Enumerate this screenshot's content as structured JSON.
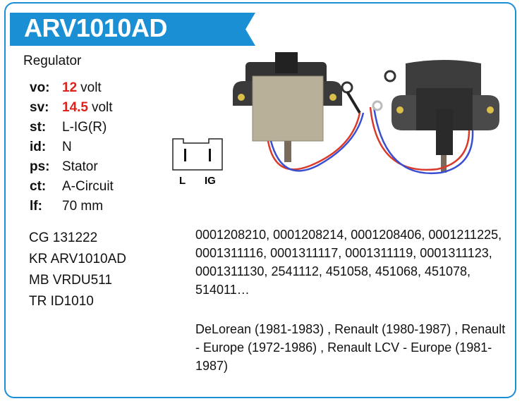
{
  "title": "ARV1010AD",
  "type": "Regulator",
  "specs": [
    {
      "key": "vo:",
      "value": "12",
      "unit": "volt",
      "highlight": true
    },
    {
      "key": "sv:",
      "value": "14.5",
      "unit": "volt",
      "highlight": true
    },
    {
      "key": "st:",
      "value": "L-IG(R)"
    },
    {
      "key": "id:",
      "value": "N"
    },
    {
      "key": "ps:",
      "value": "Stator"
    },
    {
      "key": "ct:",
      "value": "A-Circuit"
    },
    {
      "key": "lf:",
      "value": "70 mm"
    }
  ],
  "connector": {
    "labels": [
      "L",
      "IG"
    ]
  },
  "cross_refs": [
    "CG 131222",
    "KR ARV1010AD",
    "MB VRDU511",
    "TR ID1010"
  ],
  "oem_numbers": "0001208210, 0001208214, 0001208406, 0001211225, 0001311116, 0001311117, 0001311119, 0001311123, 0001311130, 2541112, 451058, 451068, 451078, 514011…",
  "applications": "DeLorean (1981-1983) , Renault (1980-1987) , Renault - Europe (1972-1986) , Renault LCV - Europe (1981-1987)",
  "colors": {
    "accent": "#1b8fd3",
    "highlight": "#e0201b"
  }
}
